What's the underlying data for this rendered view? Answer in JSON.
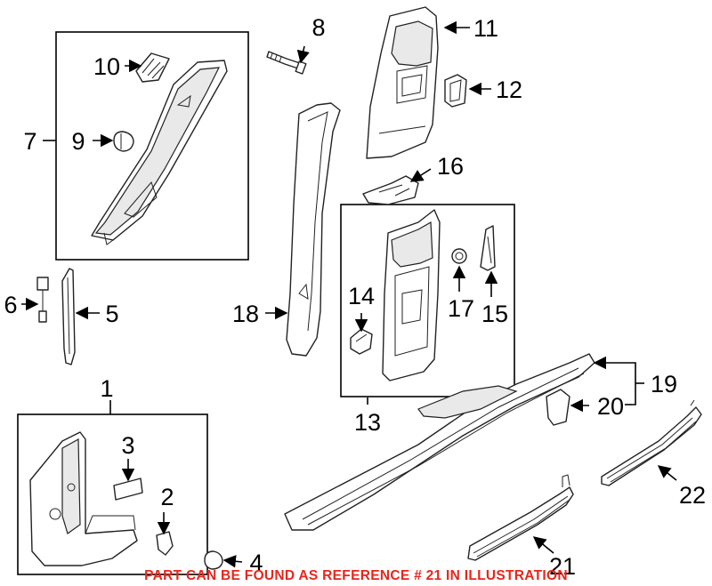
{
  "callouts": {
    "c1": "1",
    "c2": "2",
    "c3": "3",
    "c4": "4",
    "c5": "5",
    "c6": "6",
    "c7": "7",
    "c8": "8",
    "c9": "9",
    "c10": "10",
    "c11": "11",
    "c12": "12",
    "c13": "13",
    "c14": "14",
    "c15": "15",
    "c16": "16",
    "c17": "17",
    "c18": "18",
    "c19": "19",
    "c20": "20",
    "c21": "21",
    "c22": "22"
  },
  "note": "PART CAN BE FOUND AS REFERENCE # 21 IN ILLUSTRATION",
  "colors": {
    "note": "#e8261c",
    "line": "#000000"
  }
}
